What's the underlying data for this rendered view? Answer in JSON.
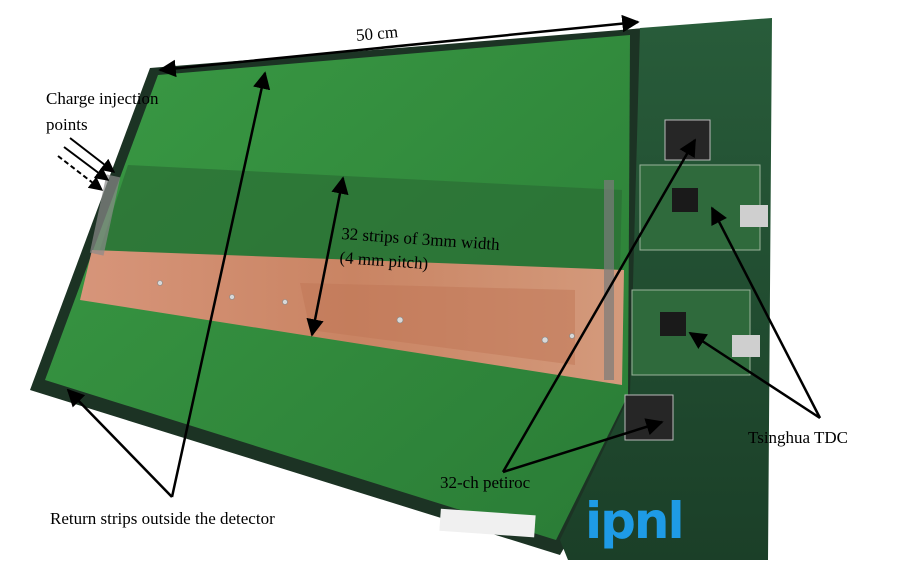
{
  "labels": {
    "width_dimension": "50 cm",
    "charge_injection_line1": "Charge injection",
    "charge_injection_line2": "points",
    "strips_line1": "32 strips of 3mm width",
    "strips_line2": "(4 mm pitch)",
    "tdc": "Tsinghua TDC",
    "petiroc": "32-ch petiroc",
    "return_strips": "Return strips outside the detector"
  },
  "logo": {
    "text": "ipnl",
    "color": "#1e9be6"
  },
  "colors": {
    "detector_green": "#2e8a3c",
    "board_green": "#1f4a2c",
    "copper_strip": "#c98a6a",
    "dark_frame": "#1c3324"
  }
}
